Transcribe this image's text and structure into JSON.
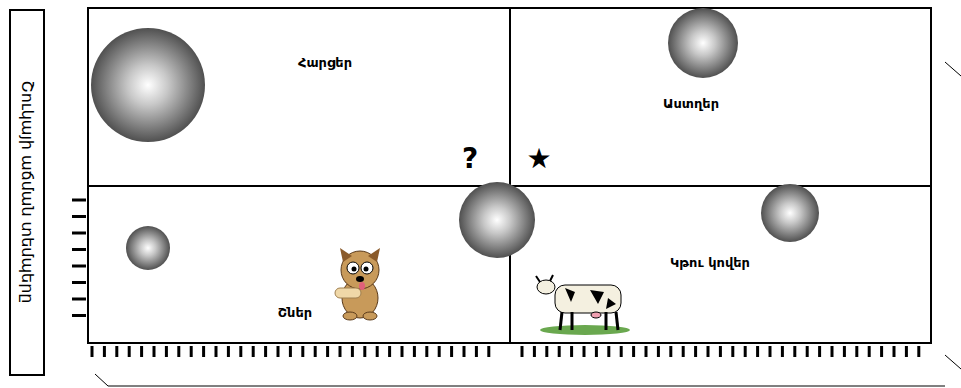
{
  "diagram": {
    "nodes": [
      {
        "text": [
          "Հարցեր"
        ]
      },
      {
        "text": [
          "Աստղեր"
        ]
      },
      {
        "text": [
          "Շներ"
        ]
      },
      {
        "text": [
          "Կթու կովեր"
        ]
      }
    ],
    "labels": [
      "Շուկայի աճման տեմպերը",
      "?",
      "★"
    ]
  }
}
